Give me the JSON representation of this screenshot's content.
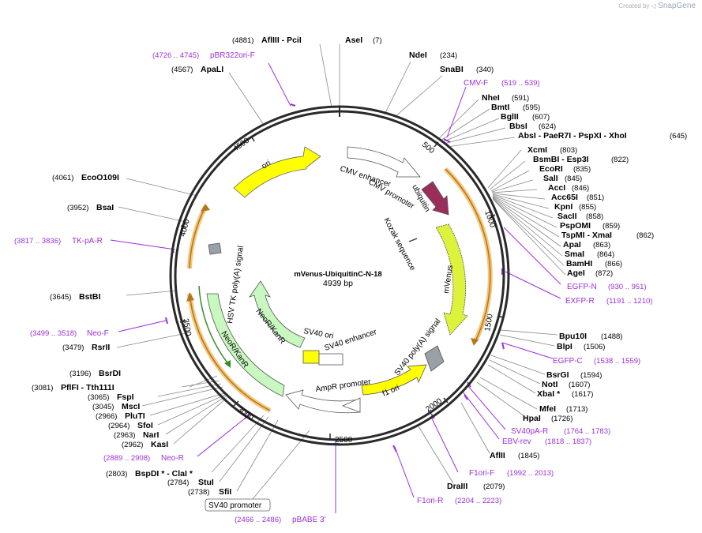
{
  "watermark": {
    "created_by": "Created by",
    "brand": "SnapGene"
  },
  "plasmid": {
    "name": "mVenus-UbiquitinC-N-18",
    "size_label": "4939 bp",
    "length": 4939
  },
  "ticks": [
    "500",
    "1000",
    "1500",
    "2000",
    "2500",
    "3000",
    "3500",
    "4000",
    "4500"
  ],
  "sites_right": [
    {
      "name": "AseI",
      "pos": "(7)"
    },
    {
      "name": "NdeI",
      "pos": "(234)"
    },
    {
      "name": "SnaBI",
      "pos": "(340)"
    },
    {
      "name": "NheI",
      "pos": "(591)"
    },
    {
      "name": "BmtI",
      "pos": "(595)"
    },
    {
      "name": "BglII",
      "pos": "(607)"
    },
    {
      "name": "BbsI",
      "pos": "(624)"
    },
    {
      "name": "AbsI  -  PaeR7I  -  PspXI  -  XhoI",
      "pos": "(645)"
    },
    {
      "name": "XcmI",
      "pos": "(803)"
    },
    {
      "name": "BsmBI  -  Esp3I",
      "pos": "(822)"
    },
    {
      "name": "EcoRI",
      "pos": "(835)"
    },
    {
      "name": "SalI",
      "pos": "(845)"
    },
    {
      "name": "AccI",
      "pos": "(846)"
    },
    {
      "name": "Acc65I",
      "pos": "(851)"
    },
    {
      "name": "KpnI",
      "pos": "(855)"
    },
    {
      "name": "SacII",
      "pos": "(858)"
    },
    {
      "name": "PspOMI",
      "pos": "(859)"
    },
    {
      "name": "TspMI  -  XmaI",
      "pos": "(862)"
    },
    {
      "name": "ApaI",
      "pos": "(863)"
    },
    {
      "name": "SmaI",
      "pos": "(864)"
    },
    {
      "name": "BamHI",
      "pos": "(866)"
    },
    {
      "name": "AgeI",
      "pos": "(872)"
    },
    {
      "name": "Bpu10I",
      "pos": "(1488)"
    },
    {
      "name": "BlpI",
      "pos": "(1506)"
    },
    {
      "name": "BsrGI",
      "pos": "(1594)"
    },
    {
      "name": "NotI",
      "pos": "(1607)"
    },
    {
      "name": "XbaI *",
      "pos": "(1617)"
    },
    {
      "name": "MfeI",
      "pos": "(1713)"
    },
    {
      "name": "HpaI",
      "pos": "(1726)"
    },
    {
      "name": "AflII",
      "pos": "(1845)"
    },
    {
      "name": "DraIII",
      "pos": "(2079)"
    }
  ],
  "sites_left": [
    {
      "name": "AflIII  -  PciI",
      "pos": "(4881)"
    },
    {
      "name": "ApaLI",
      "pos": "(4567)"
    },
    {
      "name": "EcoO109I",
      "pos": "(4061)"
    },
    {
      "name": "BsaI",
      "pos": "(3952)"
    },
    {
      "name": "BstBI",
      "pos": "(3645)"
    },
    {
      "name": "RsrII",
      "pos": "(3479)"
    },
    {
      "name": "BsrDI",
      "pos": "(3196)"
    },
    {
      "name": "PflFI  -  Tth111I",
      "pos": "(3081)"
    },
    {
      "name": "FspI",
      "pos": "(3065)"
    },
    {
      "name": "MscI",
      "pos": "(3045)"
    },
    {
      "name": "PluTI",
      "pos": "(2966)"
    },
    {
      "name": "SfoI",
      "pos": "(2964)"
    },
    {
      "name": "NarI",
      "pos": "(2963)"
    },
    {
      "name": "KasI",
      "pos": "(2962)"
    },
    {
      "name": "BspDI *  -  ClaI *",
      "pos": "(2803)"
    },
    {
      "name": "StuI",
      "pos": "(2784)"
    },
    {
      "name": "SfiI",
      "pos": "(2738)"
    }
  ],
  "primers": [
    {
      "name": "CMV-F",
      "range": "(519 .. 539)"
    },
    {
      "name": "EGFP-N",
      "range": "(930 .. 951)"
    },
    {
      "name": "EXFP-R",
      "range": "(1191 .. 1210)"
    },
    {
      "name": "EGFP-C",
      "range": "(1538 .. 1559)"
    },
    {
      "name": "SV40pA-R",
      "range": "(1764 .. 1783)"
    },
    {
      "name": "EBV-rev",
      "range": "(1818 .. 1837)"
    },
    {
      "name": "F1ori-F",
      "range": "(1992 .. 2013)"
    },
    {
      "name": "F1ori-R",
      "range": "(2204 .. 2223)"
    },
    {
      "name": "pBABE 3'",
      "range": "(2466 .. 2486)"
    },
    {
      "name": "Neo-R",
      "range": "(2889 .. 2908)"
    },
    {
      "name": "Neo-F",
      "range": "(3499 .. 3518)"
    },
    {
      "name": "TK-pA-R",
      "range": "(3817 .. 3836)"
    },
    {
      "name": "pBR322ori-F",
      "range": "(4726 .. 4745)"
    }
  ],
  "features": {
    "cmv_enhancer": "CMV enhancer",
    "cmv_promoter": "CMV promoter",
    "ubiquitin": "ubiquitin",
    "kozak": "Kozak sequence",
    "mvenus": "mVenus",
    "sv40_polya": "SV40 poly(A) signal",
    "f1_ori": "f1 ori",
    "ampr_promoter": "AmpR promoter",
    "sv40_ori": "SV40 ori",
    "sv40_enhancer": "SV40 enhancer",
    "neo_kan": "NeoR/KanR",
    "hsv_tk": "HSV TK poly(A) signal",
    "ori": "ori",
    "sv40_promoter_box": "SV40 promoter"
  },
  "colors": {
    "backbone": "#2a2a2a",
    "ori": "#ffff00",
    "ubiquitin": "#9b2d5a",
    "mvenus": "#ddf23a",
    "neo": "#c8f7c0",
    "primer": "#9b30d9",
    "orf_highlight": "#f5a623"
  }
}
